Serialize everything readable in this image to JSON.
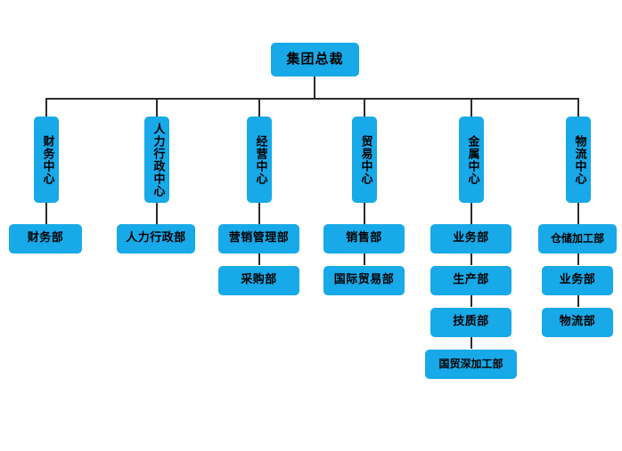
{
  "chart": {
    "title_node": {
      "label": "集团总裁"
    },
    "centers": [
      {
        "id": "finance-center",
        "label": "财务中心"
      },
      {
        "id": "hr-admin-center",
        "label": "人力行政中心"
      },
      {
        "id": "operations-center",
        "label": "经营中心"
      },
      {
        "id": "trade-center",
        "label": "贸易中心"
      },
      {
        "id": "metal-center",
        "label": "金属中心"
      },
      {
        "id": "logistics-center",
        "label": "物流中心"
      }
    ],
    "departments": [
      {
        "center": "finance-center",
        "items": [
          "财务部"
        ]
      },
      {
        "center": "hr-admin-center",
        "items": [
          "人力行政部"
        ]
      },
      {
        "center": "operations-center",
        "items": [
          "营销管理部",
          "采购部"
        ]
      },
      {
        "center": "trade-center",
        "items": [
          "销售部",
          "国际贸易部"
        ]
      },
      {
        "center": "metal-center",
        "items": [
          "业务部",
          "生产部",
          "技质部",
          "国贸深加工部"
        ]
      },
      {
        "center": "logistics-center",
        "items": [
          "仓储加工部",
          "业务部",
          "物流部"
        ]
      }
    ],
    "colors": {
      "node_fill": "#17a9e8",
      "connector": "#2b2b2b",
      "text": "#000000",
      "background": "#ffffff"
    }
  }
}
